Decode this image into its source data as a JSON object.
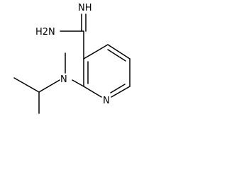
{
  "molecule": {
    "labels": {
      "imine": "NH",
      "amine": "H2N",
      "amine_n": "N",
      "ring_n": "N"
    }
  }
}
